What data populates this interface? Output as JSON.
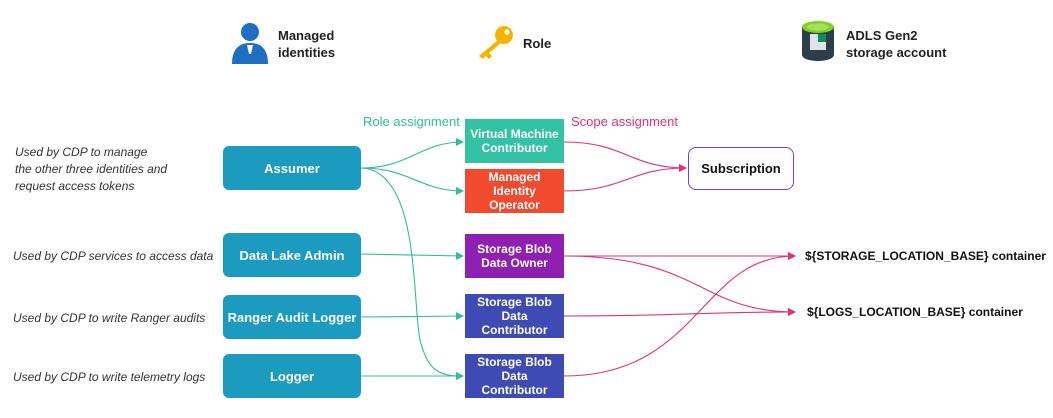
{
  "headers": {
    "identities": "Managed\nidentities",
    "role": "Role",
    "storage": "ADLS Gen2\nstorage account"
  },
  "assignments": {
    "role": "Role assignment",
    "scope": "Scope assignment"
  },
  "descriptions": [
    "Used by CDP to manage\nthe other three identities and\nrequest access tokens",
    "Used by CDP services to access data",
    "Used by CDP to write Ranger audits",
    "Used by CDP to write telemetry logs"
  ],
  "identities": [
    "Assumer",
    "Data Lake Admin",
    "Ranger Audit Logger",
    "Logger"
  ],
  "roles": [
    {
      "label": "Virtual Machine\nContributor",
      "color": "#33c2a4"
    },
    {
      "label": "Managed\nIdentity\nOperator",
      "color": "#f04a2f"
    },
    {
      "label": "Storage Blob\nData Owner",
      "color": "#8e1fb0"
    },
    {
      "label": "Storage Blob\nData\nContributor",
      "color": "#3f4bb5"
    },
    {
      "label": "Storage Blob\nData\nContributor",
      "color": "#3f4bb5"
    }
  ],
  "subscription": "Subscription",
  "targets": [
    "${STORAGE_LOCATION_BASE} container",
    "${LOGS_LOCATION_BASE} container"
  ],
  "colors": {
    "role_link": "#2fbf98",
    "scope_link": "#e0327a",
    "identity": "#1a9bbf",
    "icon": "#1e6fc2",
    "key": "#f5b400"
  },
  "icons": [
    "person-icon",
    "key-icon",
    "storage-cylinder-icon"
  ]
}
